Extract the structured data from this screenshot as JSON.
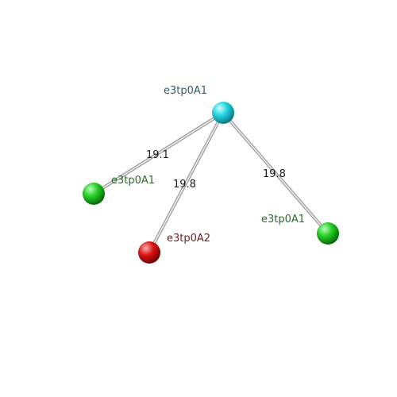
{
  "graph": {
    "nodes": [
      {
        "id": "top",
        "label": "e3tp0A1",
        "color": "#22d3e0",
        "label_color": "#2f5d66"
      },
      {
        "id": "left",
        "label": "e3tp0A1",
        "color": "#22cc22",
        "label_color": "#2e6b2e"
      },
      {
        "id": "bottom",
        "label": "e3tp0A2",
        "color": "#dd1111",
        "label_color": "#6b1f1f"
      },
      {
        "id": "right",
        "label": "e3tp0A1",
        "color": "#22cc22",
        "label_color": "#2e6b2e"
      }
    ],
    "edges": [
      {
        "from": "top",
        "to": "left",
        "label": "19.1"
      },
      {
        "from": "top",
        "to": "bottom",
        "label": "19.8"
      },
      {
        "from": "top",
        "to": "right",
        "label": "19.8"
      }
    ]
  }
}
